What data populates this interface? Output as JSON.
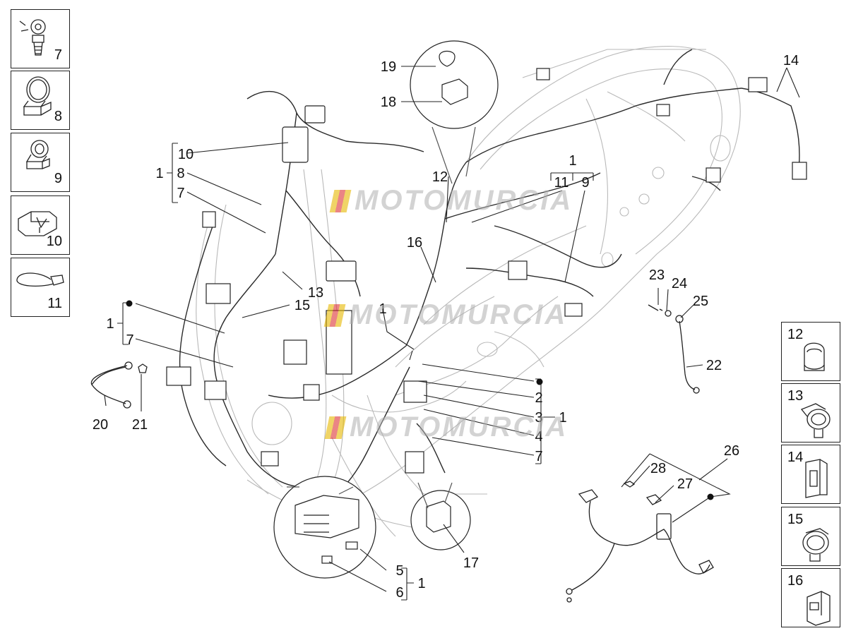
{
  "left_boxes": [
    {
      "id": "box-7",
      "label": "7"
    },
    {
      "id": "box-8",
      "label": "8"
    },
    {
      "id": "box-9",
      "label": "9"
    },
    {
      "id": "box-10",
      "label": "10"
    },
    {
      "id": "box-11",
      "label": "11"
    }
  ],
  "right_boxes": [
    {
      "id": "box-12",
      "label": "12"
    },
    {
      "id": "box-13",
      "label": "13"
    },
    {
      "id": "box-14",
      "label": "14"
    },
    {
      "id": "box-15",
      "label": "15"
    },
    {
      "id": "box-16",
      "label": "16"
    }
  ],
  "watermark": "MOTOMURCIA",
  "callouts": {
    "c19": "19",
    "c18": "18",
    "c14": "14",
    "c10": "10",
    "c8": "8",
    "c7a": "7",
    "c1a": "1",
    "c12": "12",
    "c1b": "1",
    "c11": "11",
    "c9": "9",
    "c16": "16",
    "c13": "13",
    "c15": "15",
    "c1c": "1",
    "c7b": "7",
    "c1d": "1",
    "c23": "23",
    "c24": "24",
    "c25": "25",
    "c22": "22",
    "c2": "2",
    "c3": "3",
    "c4": "4",
    "c7c": "7",
    "c1e": "1",
    "c20": "20",
    "c21": "21",
    "c26": "26",
    "c28": "28",
    "c27": "27",
    "c5": "5",
    "c6": "6",
    "c1f": "1",
    "c17": "17"
  }
}
